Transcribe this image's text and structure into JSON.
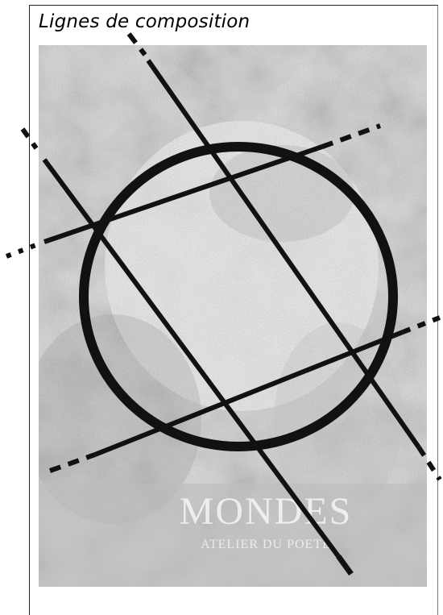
{
  "figure": {
    "title": "Lignes de composition",
    "cover_text": {
      "headline": "MONDES",
      "subline": "ATELIER DU POETE"
    },
    "colors": {
      "ink": "#111111",
      "photo_light": "#eeeeee",
      "photo_mid": "#b9b9b9",
      "photo_dark": "#8a8a8a"
    },
    "icons": [
      "composition-circle",
      "diagonal-line",
      "dash-dot-line"
    ]
  }
}
